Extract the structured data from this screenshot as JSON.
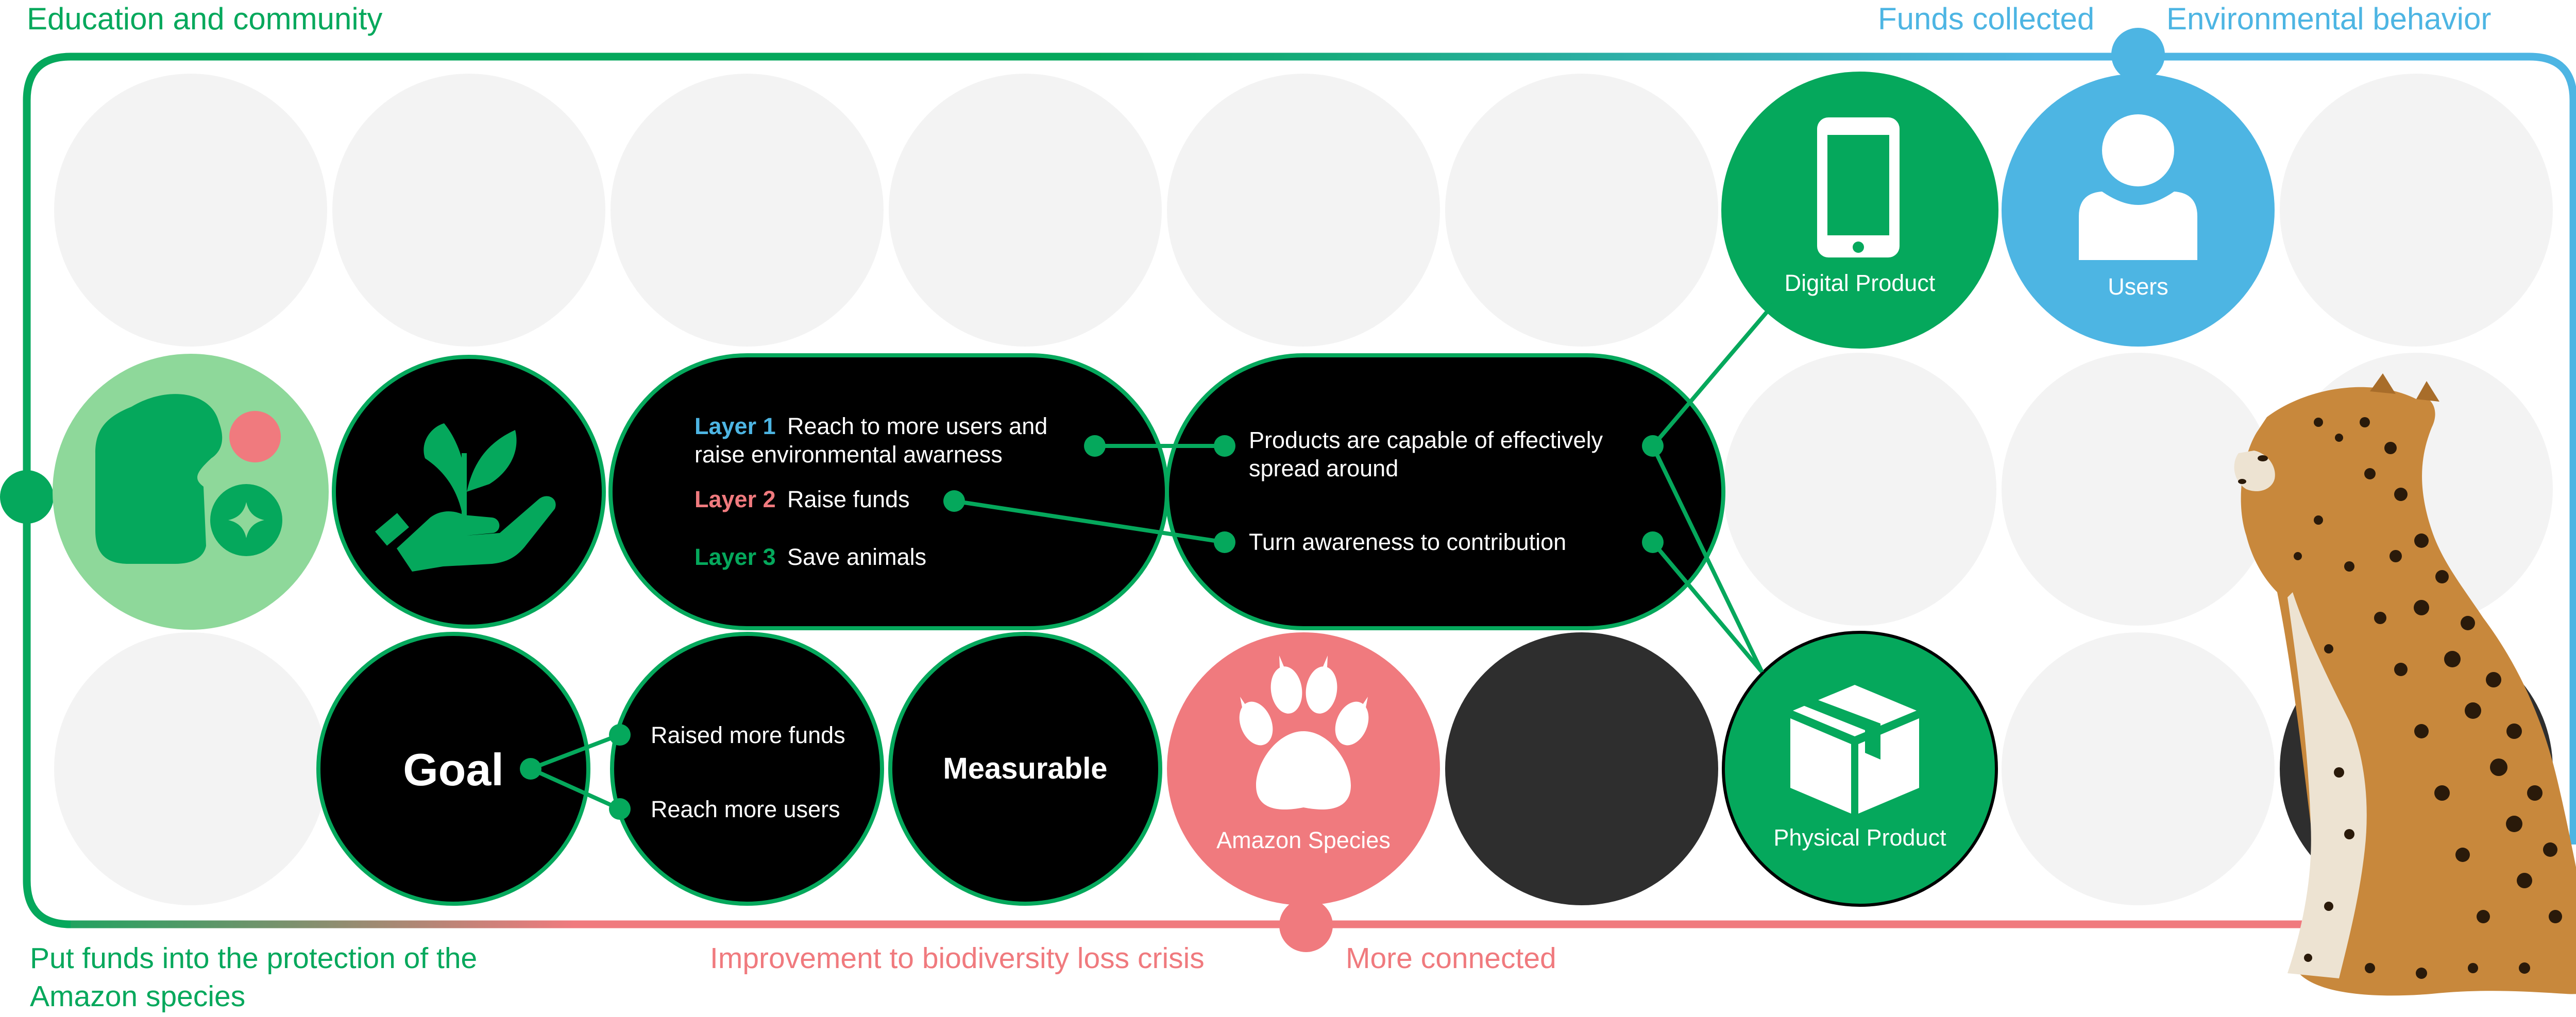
{
  "labels": {
    "education_community": "Education and community",
    "funds_collected": "Funds collected",
    "environmental_behavior": "Environmental behavior",
    "put_funds_line1": "Put funds into the protection of the",
    "put_funds_line2": "Amazon species",
    "improvement": "Improvement to biodiversity loss crisis",
    "more_connected": "More connected"
  },
  "layers": [
    {
      "tag": "Layer 1",
      "text_line1": "Reach to more users and",
      "text_line2": "raise environmental awarness"
    },
    {
      "tag": "Layer 2",
      "text_line1": "Raise funds"
    },
    {
      "tag": "Layer 3",
      "text_line1": "Save animals"
    }
  ],
  "products_pill": {
    "item1_line1": "Products are capable of effectively",
    "item1_line2": "spread around",
    "item2": "Turn awareness to contribution"
  },
  "goal": {
    "title": "Goal",
    "item1": "Raised more funds",
    "item2": "Reach more users"
  },
  "measurable": "Measurable",
  "digital_product": "Digital Product",
  "users": "Users",
  "amazon_species": "Amazon Species",
  "physical_product": "Physical Product",
  "icons": {
    "logo": "app-logo-icon",
    "hand_plant": "hand-with-plant-icon",
    "phone": "smartphone-icon",
    "user": "user-icon",
    "paw": "paw-print-icon",
    "box": "package-box-icon",
    "leopard": "leopard-image"
  },
  "colors": {
    "green": "#05A85C",
    "light_green": "#8ED89A",
    "blue": "#4DB5E3",
    "coral": "#F07A7E",
    "black": "#000000",
    "dark_gray": "#2E2E2E",
    "placeholder_gray": "#F3F3F3"
  }
}
